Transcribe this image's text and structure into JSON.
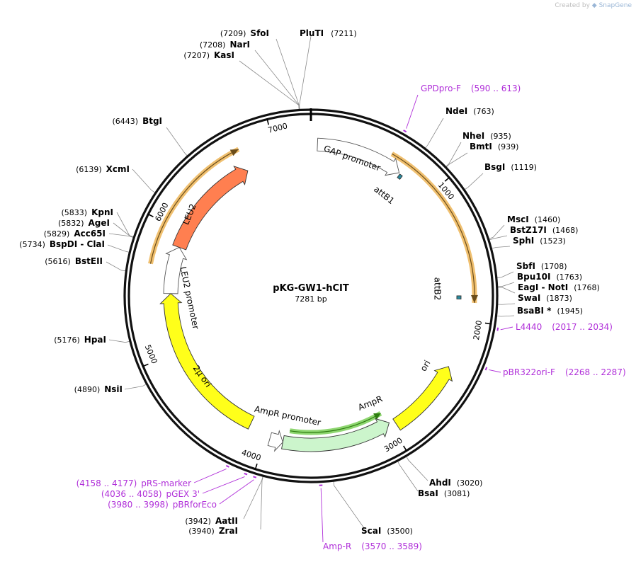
{
  "credit": {
    "prefix": "Created by",
    "brand": "SnapGene"
  },
  "plasmid": {
    "name": "pKG-GW1-hCIT",
    "length_label": "7281 bp",
    "length": 7281
  },
  "tick_marks": [
    "1000",
    "2000",
    "3000",
    "4000",
    "5000",
    "6000",
    "7000"
  ],
  "features": [
    {
      "label": "GAP promoter",
      "start": 50,
      "end": 720,
      "direction": 1,
      "color": "#ffffff",
      "kind": "promoter"
    },
    {
      "label": "attB1",
      "start": 730,
      "end": 755,
      "direction": 1,
      "color": "#2a8ca0",
      "kind": "site"
    },
    {
      "label": "attB2",
      "start": 1820,
      "end": 1845,
      "direction": -1,
      "color": "#2a8ca0",
      "kind": "site"
    },
    {
      "label": "ori",
      "start": 2370,
      "end": 2960,
      "direction": -1,
      "color": "#ffff1a",
      "kind": "feature"
    },
    {
      "label": "AmpR",
      "start": 3000,
      "end": 3860,
      "direction": -1,
      "color": "#ccf5cc",
      "kind": "feature"
    },
    {
      "label": "AmpR promoter",
      "start": 3860,
      "end": 3965,
      "direction": -1,
      "color": "#ffffff",
      "kind": "promoter"
    },
    {
      "label": "2µ ori",
      "start": 4150,
      "end": 5480,
      "direction": 1,
      "color": "#ffff1a",
      "kind": "feature"
    },
    {
      "label": "LEU2 promoter",
      "start": 5480,
      "end": 5870,
      "direction": 1,
      "color": "#ffffff",
      "kind": "promoter"
    },
    {
      "label": "LEU2",
      "start": 5870,
      "end": 6740,
      "direction": 1,
      "color": "#ff7f50",
      "kind": "feature"
    }
  ],
  "orf_arcs": [
    {
      "start": 600,
      "end": 1870,
      "direction": 1,
      "color": "#f0c070"
    },
    {
      "start": 5690,
      "end": 6750,
      "direction": 1,
      "color": "#f0c070"
    },
    {
      "start": 3020,
      "end": 3820,
      "direction": -1,
      "color": "#8ed670"
    }
  ],
  "enzymes": [
    {
      "name": "PluTI",
      "pos": "(7211)",
      "site": 7211
    },
    {
      "name": "SfoI",
      "pos": "(7209)",
      "site": 7209
    },
    {
      "name": "NarI",
      "pos": "(7208)",
      "site": 7208
    },
    {
      "name": "KasI",
      "pos": "(7207)",
      "site": 7207
    },
    {
      "name": "NdeI",
      "pos": "(763)",
      "site": 763
    },
    {
      "name": "NheI",
      "pos": "(935)",
      "site": 935
    },
    {
      "name": "BmtI",
      "pos": "(939)",
      "site": 939
    },
    {
      "name": "BsgI",
      "pos": "(1119)",
      "site": 1119
    },
    {
      "name": "MscI",
      "pos": "(1460)",
      "site": 1460
    },
    {
      "name": "BstZ17I",
      "pos": "(1468)",
      "site": 1468
    },
    {
      "name": "SphI",
      "pos": "(1523)",
      "site": 1523
    },
    {
      "name": "SbfI",
      "pos": "(1708)",
      "site": 1708
    },
    {
      "name": "Bpu10I",
      "pos": "(1763)",
      "site": 1763
    },
    {
      "name": "EagI  - NotI",
      "pos": "(1768)",
      "site": 1768
    },
    {
      "name": "SwaI",
      "pos": "(1873)",
      "site": 1873
    },
    {
      "name": "BsaBI *",
      "pos": "(1945)",
      "site": 1945
    },
    {
      "name": "AhdI",
      "pos": "(3020)",
      "site": 3020
    },
    {
      "name": "BsaI",
      "pos": "(3081)",
      "site": 3081
    },
    {
      "name": "ScaI",
      "pos": "(3500)",
      "site": 3500
    },
    {
      "name": "AatII",
      "pos": "(3942)",
      "site": 3942
    },
    {
      "name": "ZraI",
      "pos": "(3940)",
      "site": 3940
    },
    {
      "name": "NsiI",
      "pos": "(4890)",
      "site": 4890
    },
    {
      "name": "HpaI",
      "pos": "(5176)",
      "site": 5176
    },
    {
      "name": "BstEII",
      "pos": "(5616)",
      "site": 5616
    },
    {
      "name": "BspDI  - ClaI",
      "pos": "(5734)",
      "site": 5734
    },
    {
      "name": "Acc65I",
      "pos": "(5829)",
      "site": 5829
    },
    {
      "name": "AgeI",
      "pos": "(5832)",
      "site": 5832
    },
    {
      "name": "KpnI",
      "pos": "(5833)",
      "site": 5833
    },
    {
      "name": "XcmI",
      "pos": "(6139)",
      "site": 6139
    },
    {
      "name": "BtgI",
      "pos": "(6443)",
      "site": 6443
    }
  ],
  "primers": [
    {
      "name": "GPDpro-F",
      "range": "(590 .. 613)",
      "site": 600
    },
    {
      "name": "L4440",
      "range": "(2017 .. 2034)",
      "site": 2025
    },
    {
      "name": "pBR322ori-F",
      "range": "(2268 .. 2287)",
      "site": 2277
    },
    {
      "name": "Amp-R",
      "range": "(3570 .. 3589)",
      "site": 3580
    },
    {
      "name": "pRS-marker",
      "range": "(4158 .. 4177)",
      "site": 4167
    },
    {
      "name": "pGEX 3'",
      "range": "(4036 .. 4058)",
      "site": 4047
    },
    {
      "name": "pBRforEco",
      "range": "(3980 .. 3998)",
      "site": 3989
    }
  ],
  "colors": {
    "primer": "#b02fd9",
    "backbone": "#000000"
  }
}
